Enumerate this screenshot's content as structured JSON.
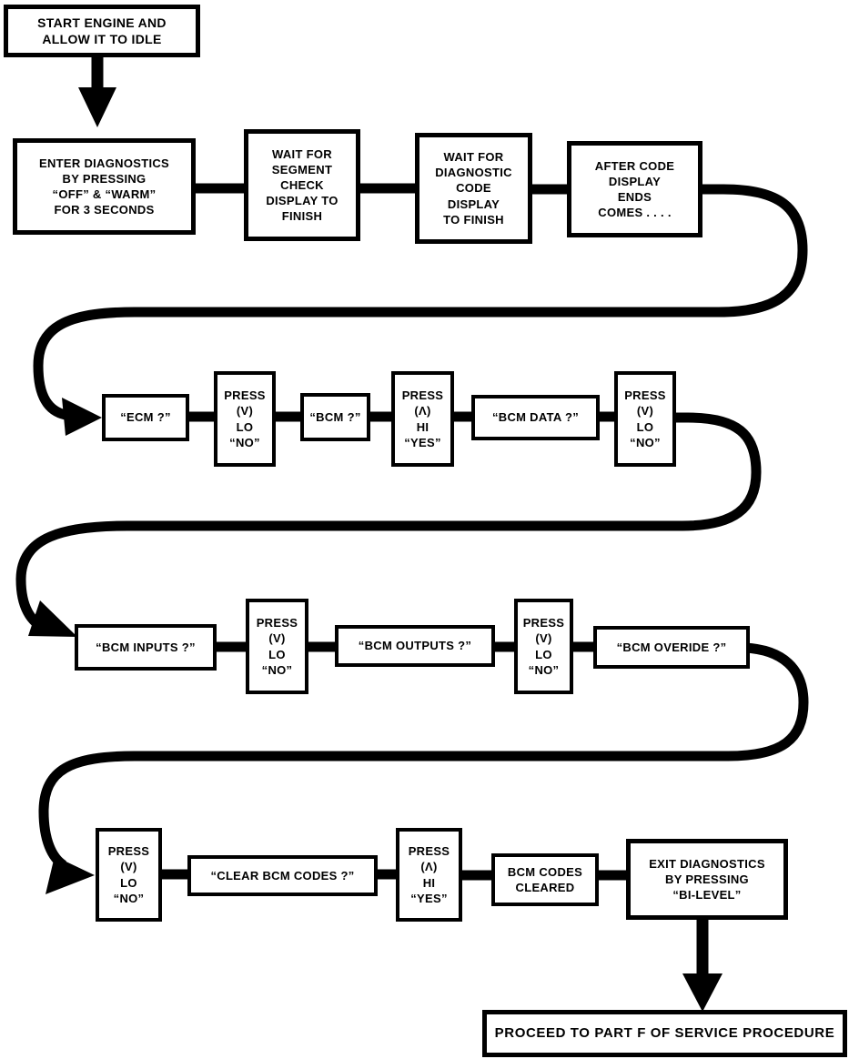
{
  "page": {
    "ink_color": "#000000",
    "paper_color": "#ffffff"
  },
  "flowchart": {
    "nodes": {
      "start": "START ENGINE AND\nALLOW IT TO IDLE",
      "enter_diagnostics": "ENTER DIAGNOSTICS\nBY PRESSING\n“OFF” & “WARM”\nFOR 3 SECONDS",
      "wait_segment": "WAIT FOR\nSEGMENT\nCHECK\nDISPLAY TO\nFINISH",
      "wait_diagnostic": "WAIT FOR\nDIAGNOSTIC\nCODE\nDISPLAY\nTO FINISH",
      "after_code": "AFTER CODE\nDISPLAY\nENDS\nCOMES . . . .",
      "ecm": "“ECM ?”",
      "press_v_lo_no_1": "PRESS\n(V)\nLO\n“NO”",
      "bcm": "“BCM ?”",
      "press_a_hi_yes_1": "PRESS\n(Λ)\nHI\n“YES”",
      "bcm_data": "“BCM DATA ?”",
      "press_v_lo_no_2": "PRESS\n(V)\nLO\n“NO”",
      "bcm_inputs": "“BCM INPUTS ?”",
      "press_v_lo_no_3": "PRESS\n(V)\nLO\n“NO”",
      "bcm_outputs": "“BCM OUTPUTS ?”",
      "press_v_lo_no_4": "PRESS\n(V)\nLO\n“NO”",
      "bcm_overide": "“BCM OVERIDE ?”",
      "press_v_lo_no_5": "PRESS\n(V)\nLO\n“NO”",
      "clear_bcm_codes": "“CLEAR BCM CODES ?”",
      "press_a_hi_yes_2": "PRESS\n(Λ)\nHI\n“YES”",
      "bcm_codes_cleared": "BCM CODES\nCLEARED",
      "exit_diagnostics": "EXIT DIAGNOSTICS\nBY PRESSING\n“BI-LEVEL”",
      "proceed": "PROCEED TO PART F OF SERVICE PROCEDURE"
    }
  }
}
